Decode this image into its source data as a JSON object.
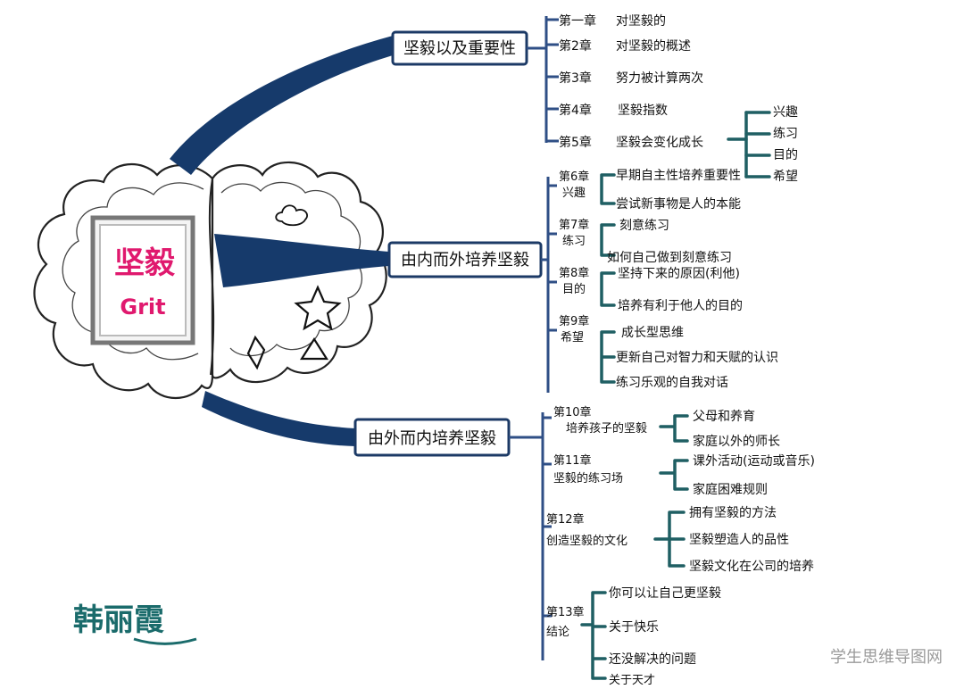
{
  "center": {
    "title": "坚毅",
    "subtitle": "Grit"
  },
  "signature": "韩丽霞",
  "watermark": "学生思维导图网",
  "branches": [
    {
      "label": "坚毅以及重要性",
      "chapters": [
        {
          "chapter": "第一章",
          "title": "对坚毅的"
        },
        {
          "chapter": "第2章",
          "title": "对坚毅的概述"
        },
        {
          "chapter": "第3章",
          "title": "努力被计算两次"
        },
        {
          "chapter": "第4章",
          "title": "坚毅指数"
        },
        {
          "chapter": "第5章",
          "title": "坚毅会变化成长",
          "items": [
            "兴趣",
            "练习",
            "目的",
            "希望"
          ]
        }
      ]
    },
    {
      "label": "由内而外培养坚毅",
      "sections": [
        {
          "chapter": "第6章",
          "name": "兴趣",
          "items": [
            "早期自主性培养重要性",
            "尝试新事物是人的本能"
          ]
        },
        {
          "chapter": "第7章",
          "name": "练习",
          "items": [
            "刻意练习",
            "如何自己做到刻意练习"
          ]
        },
        {
          "chapter": "第8章",
          "name": "目的",
          "items": [
            "坚持下来的原因(利他)",
            "培养有利于他人的目的"
          ]
        },
        {
          "chapter": "第9章",
          "name": "希望",
          "items": [
            "成长型思维",
            "更新自己对智力和天赋的认识",
            "练习乐观的自我对话"
          ]
        }
      ]
    },
    {
      "label": "由外而内培养坚毅",
      "sections": [
        {
          "chapter": "第10章",
          "name": "培养孩子的坚毅",
          "items": [
            "父母和养育",
            "家庭以外的师长"
          ]
        },
        {
          "chapter": "第11章",
          "name": "坚毅的练习场",
          "items": [
            "课外活动(运动或音乐)",
            "家庭困难规则"
          ]
        },
        {
          "chapter": "第12章",
          "name": "创造坚毅的文化",
          "items": [
            "拥有坚毅的方法",
            "坚毅塑造人的品性",
            "坚毅文化在公司的培养"
          ]
        },
        {
          "chapter": "第13章",
          "name": "结论",
          "items": [
            "你可以让自己更坚毅",
            "关于快乐",
            "还没解决的问题",
            "关于天才"
          ]
        }
      ]
    }
  ],
  "colors": {
    "navy": "#163a6b",
    "teal": "#1f5f63",
    "pink": "#e0196e",
    "axis": "#2f4f86"
  }
}
